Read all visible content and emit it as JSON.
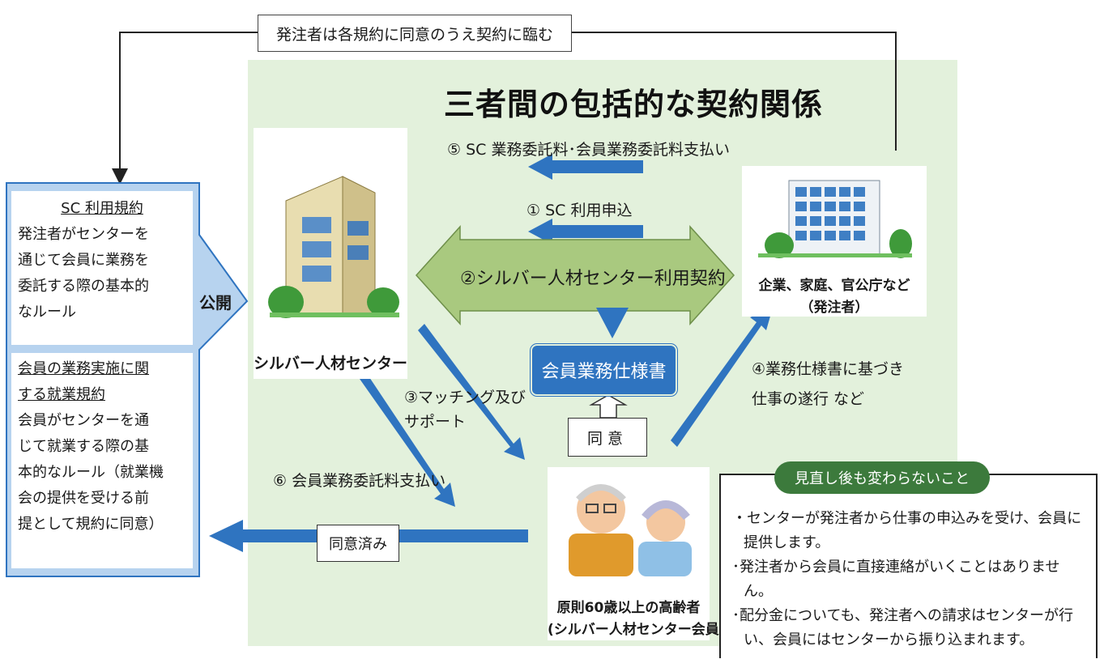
{
  "top_box": "発注者は各規約に同意のうえ契約に臨む",
  "title": "三者間の包括的な契約関係",
  "flows": {
    "payment_sc": "⑤ SC 業務委託料･会員業務委託料支払い",
    "apply": "① SC 利用申込",
    "contract": "②シルバー人材センター利用契約",
    "matching_line1": "③マッチング及び",
    "matching_line2": "サポート",
    "perform_line1": "④業務仕様書に基づき",
    "perform_line2": "仕事の遂行  など",
    "payment_member": "⑥ 会員業務委託料支払い"
  },
  "spec_box": "会員業務仕様書",
  "agree_box": "同意",
  "agreed_box": "同意済み",
  "publish_label": "公開",
  "parties": {
    "center": "シルバー人材センター",
    "client_line1": "企業、家庭、官公庁など",
    "client_line2": "（発注者）",
    "member_line1": "原則60歳以上の高齢者",
    "member_line2": "(シルバー人材センター会員)"
  },
  "left_panel": {
    "rule1_title": "SC 利用規約",
    "rule1_lines": [
      "発注者がセンターを",
      "通じて会員に業務を",
      "委託する際の基本的",
      "なルール"
    ],
    "rule2_title_lines": [
      "会員の業務実施に関",
      "する就業規約"
    ],
    "rule2_lines": [
      "会員がセンターを通",
      "じて就業する際の基",
      "本的なルール（就業機",
      "会の提供を受ける前",
      "提として規約に同意）"
    ]
  },
  "unchanged": {
    "badge": "見直し後も変わらないこと",
    "items": [
      "・センターが発注者から仕事の申込みを受け、会員に提供します。",
      "･発注者から会員に直接連絡がいくことはありません。",
      "･配分金についても、発注者への請求はセンターが行い、会員にはセンターから振り込まれます。"
    ]
  },
  "colors": {
    "panel_blue": "#b7d3ef",
    "arrow_blue": "#2f74c0",
    "contract_green": "#a9c97f",
    "background_green": "#e3f1dc",
    "badge_green": "#3c7a3c"
  }
}
